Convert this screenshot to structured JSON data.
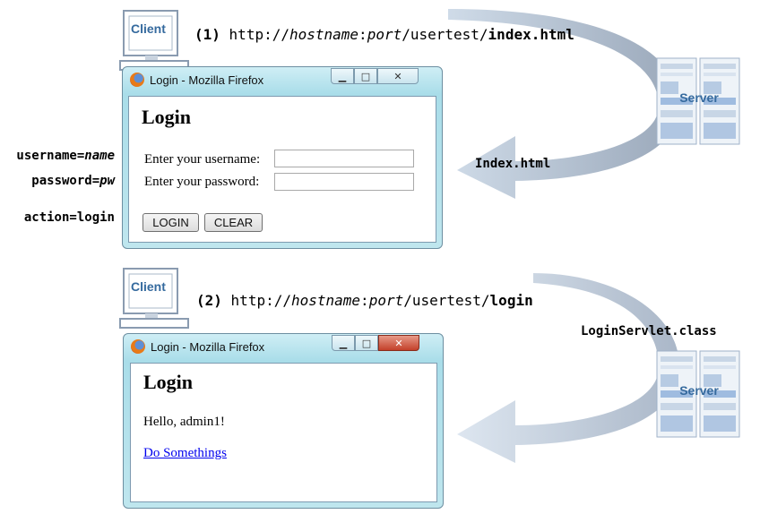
{
  "colors": {
    "arrow": "#b8c6d8",
    "arrow_dark": "#8f9fb5",
    "label_blue": "#356a9e",
    "link": "#0000ee"
  },
  "clients": [
    {
      "label": "Client",
      "icon": "client-computer-icon"
    },
    {
      "label": "Client",
      "icon": "client-computer-icon"
    }
  ],
  "servers": [
    {
      "label": "Server",
      "icon": "server-rack-icon"
    },
    {
      "label": "Server",
      "icon": "server-rack-icon"
    }
  ],
  "request1": {
    "step": "(1)",
    "prefix": "http://",
    "host": "hostname",
    "colon": ":",
    "port": "port",
    "path": "/usertest/",
    "resource": "index.html"
  },
  "response1": {
    "label": "Index.html"
  },
  "request2": {
    "step": "(2)",
    "prefix": "http://",
    "host": "hostname",
    "colon": ":",
    "port": "port",
    "path": "/usertest/",
    "resource": "login"
  },
  "response2": {
    "label": "LoginServlet.class"
  },
  "params": {
    "username_key": "username=",
    "username_value": "name",
    "password_key": "password=",
    "password_value": "pw",
    "action": "action=login"
  },
  "window1": {
    "title": "Login - Mozilla Firefox",
    "heading": "Login",
    "username_label": "Enter your username:",
    "password_label": "Enter your password:",
    "login_button": "LOGIN",
    "clear_button": "CLEAR"
  },
  "window2": {
    "title": "Login - Mozilla Firefox",
    "heading": "Login",
    "greeting": "Hello, admin1!",
    "link": "Do Somethings"
  }
}
